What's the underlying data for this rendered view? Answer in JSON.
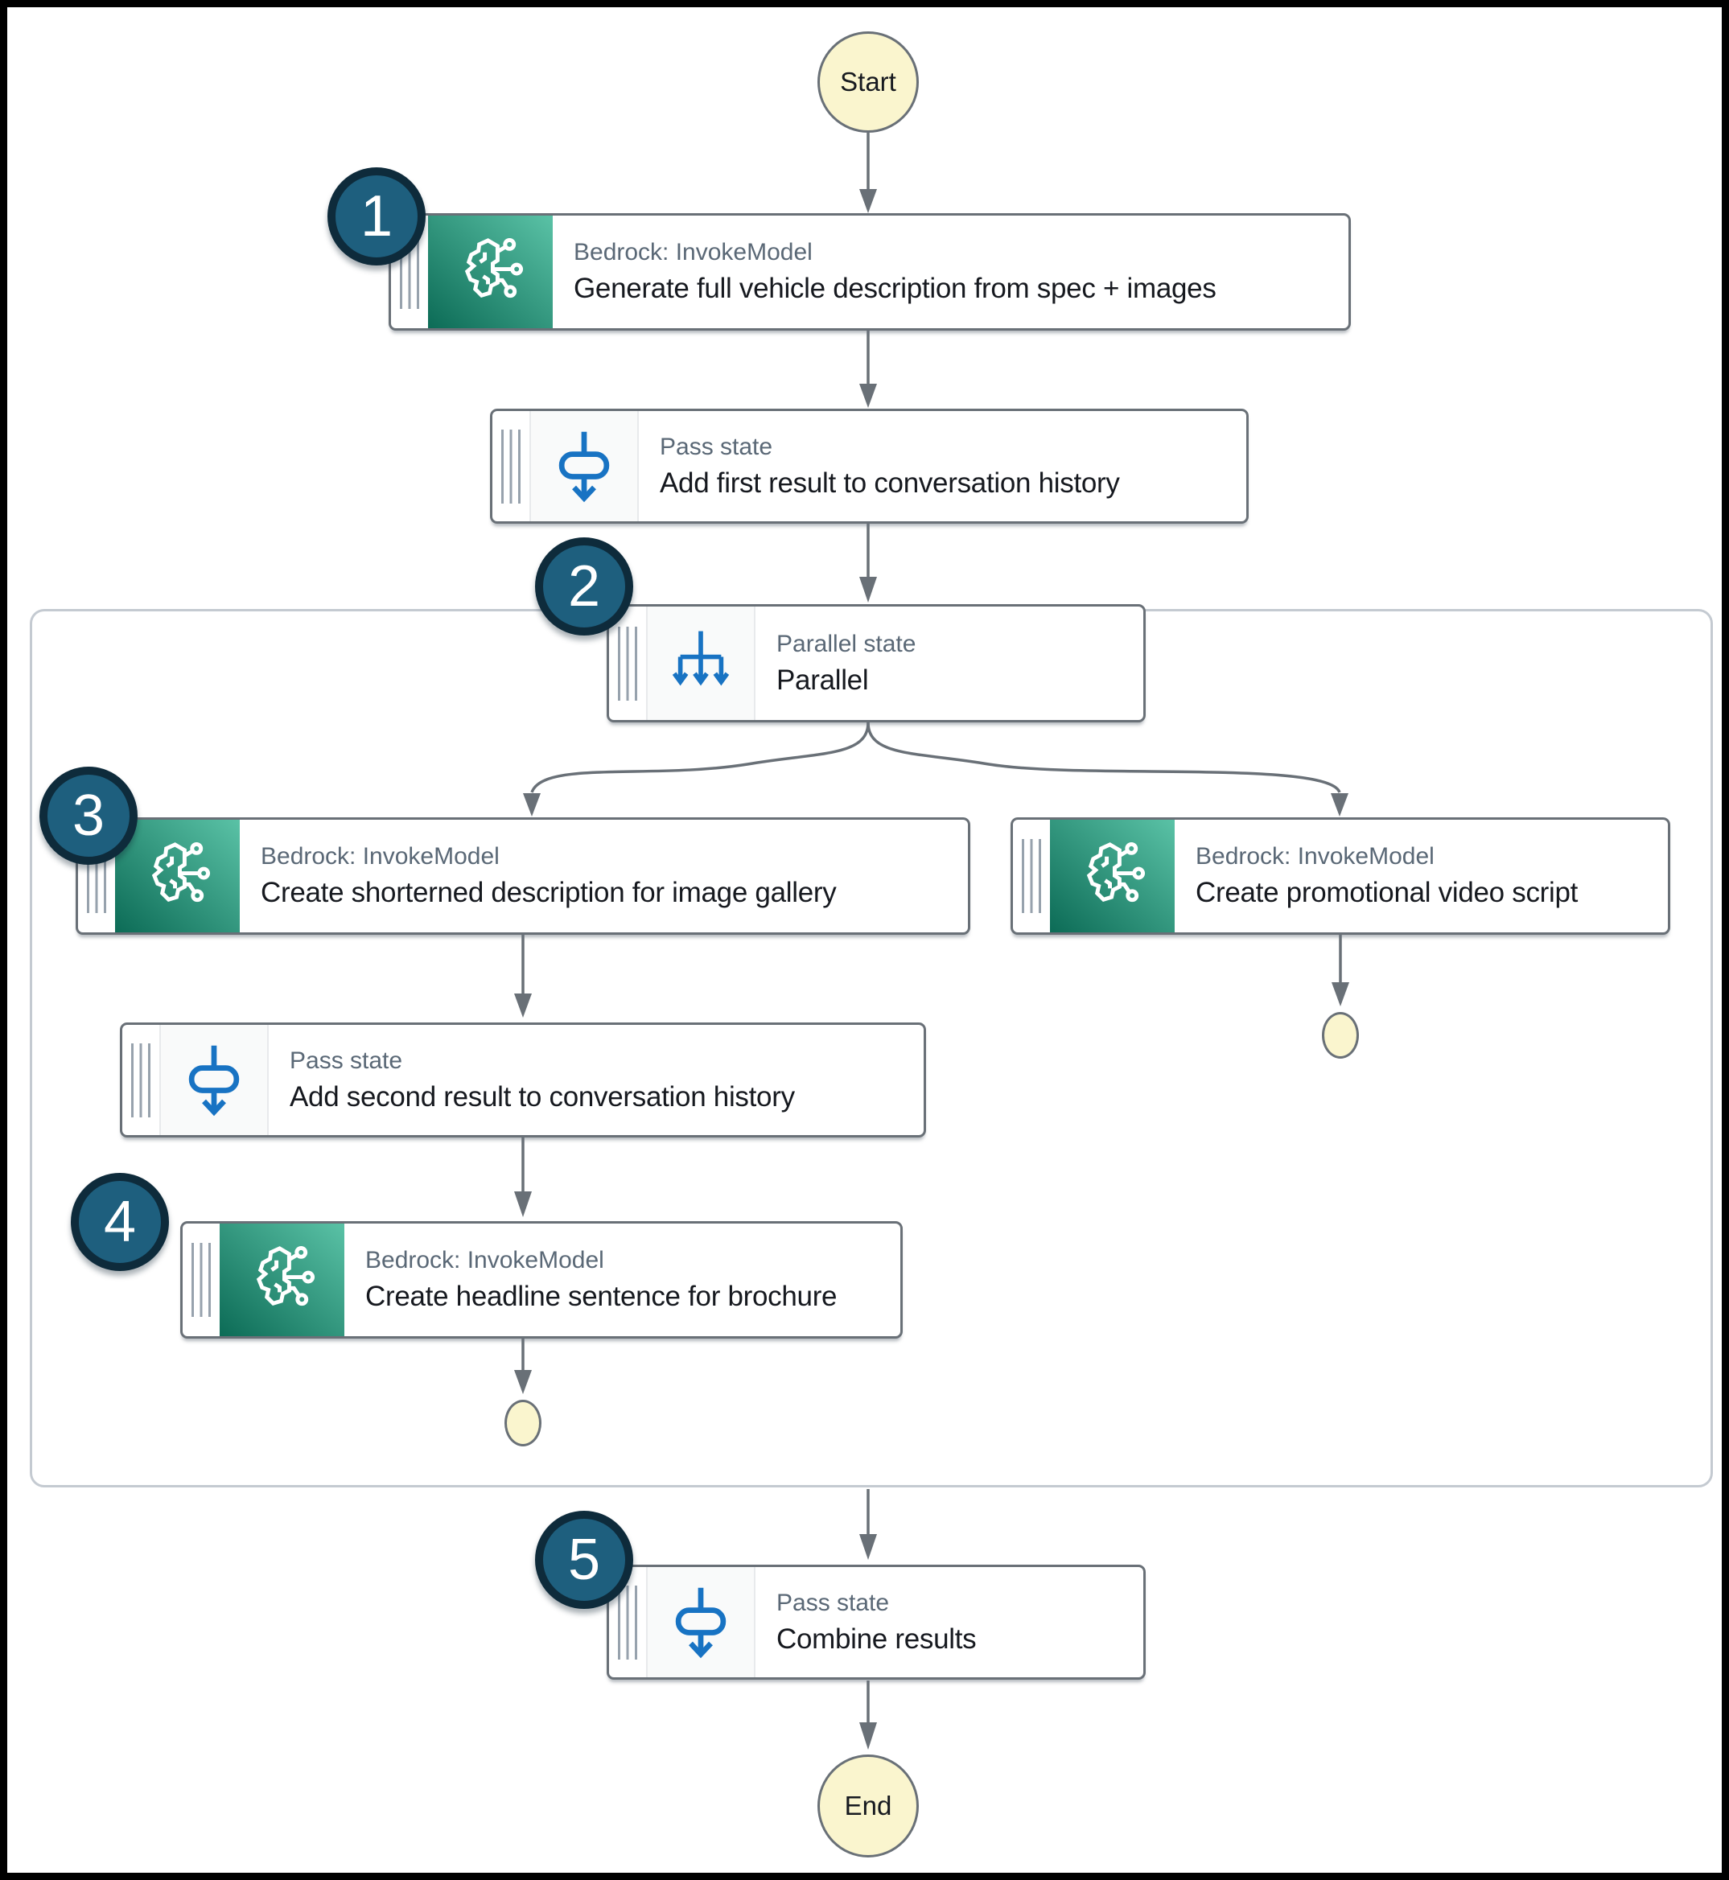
{
  "diagram": {
    "start_label": "Start",
    "end_label": "End",
    "nodes": [
      {
        "badge": "1",
        "kind": "bedrock",
        "icon": "bedrock-brain-icon",
        "type_label": "Bedrock: InvokeModel",
        "title": "Generate full vehicle description from spec + images"
      },
      {
        "kind": "pass",
        "icon": "pass-state-icon",
        "type_label": "Pass state",
        "title": "Add first result to conversation history"
      },
      {
        "badge": "2",
        "kind": "parallel",
        "icon": "parallel-state-icon",
        "type_label": "Parallel state",
        "title": "Parallel"
      },
      {
        "badge": "3",
        "kind": "bedrock",
        "icon": "bedrock-brain-icon",
        "type_label": "Bedrock: InvokeModel",
        "title": "Create shorterned description for image gallery"
      },
      {
        "kind": "pass",
        "icon": "pass-state-icon",
        "type_label": "Pass state",
        "title": "Add second result to conversation history"
      },
      {
        "badge": "4",
        "kind": "bedrock",
        "icon": "bedrock-brain-icon",
        "type_label": "Bedrock: InvokeModel",
        "title": "Create headline sentence for brochure"
      },
      {
        "kind": "bedrock",
        "icon": "bedrock-brain-icon",
        "type_label": "Bedrock: InvokeModel",
        "title": "Create promotional video script"
      },
      {
        "badge": "5",
        "kind": "pass",
        "icon": "pass-state-icon",
        "type_label": "Pass state",
        "title": "Combine results"
      }
    ],
    "colors": {
      "node_border": "#697077",
      "connector": "#697077",
      "container_border": "#C4CAD1",
      "terminal_fill": "#FAF5CE",
      "badge_fill": "#1E5F7E",
      "badge_border": "#0E2B3B",
      "bedrock_gradient_start": "#0C6B56",
      "bedrock_gradient_end": "#5AC2A6",
      "state_icon_blue": "#1873C3",
      "type_label_gray": "#5A6876",
      "title_dark": "#16191F"
    }
  }
}
